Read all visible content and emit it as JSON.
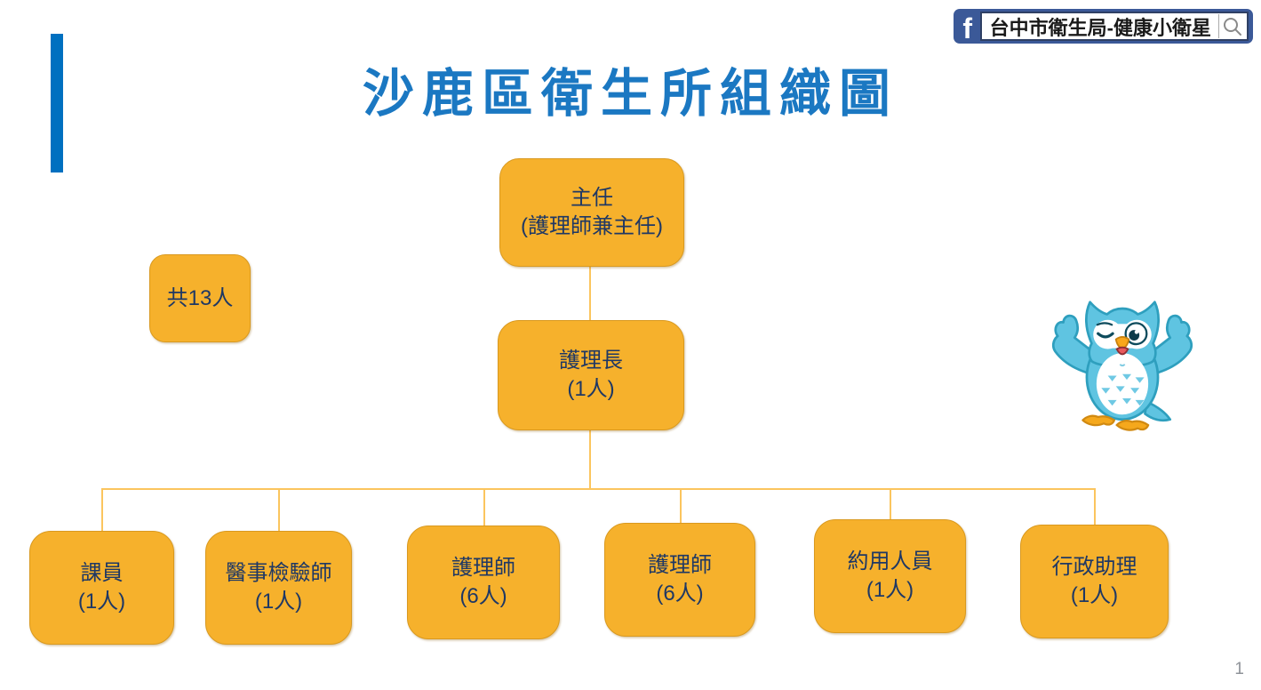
{
  "slide": {
    "title": "沙鹿區衛生所組織圖",
    "page_number": "1"
  },
  "facebook_badge": {
    "icon": "facebook-f",
    "icon_glyph": "f",
    "page_name": "台中市衛生局-健康小衛星",
    "search_icon": "magnifier"
  },
  "org_chart": {
    "total_label": "共13人",
    "root": {
      "title": "主任",
      "subtitle": "(護理師兼主任)"
    },
    "manager": {
      "title": "護理長",
      "subtitle": "(1人)"
    },
    "children": [
      {
        "title": "課員",
        "subtitle": "(1人)"
      },
      {
        "title": "醫事檢驗師",
        "subtitle": "(1人)"
      },
      {
        "title": "護理師",
        "subtitle": "(6人)"
      },
      {
        "title": "護理師",
        "subtitle": "(6人)"
      },
      {
        "title": "約用人員",
        "subtitle": "(1人)"
      },
      {
        "title": "行政助理",
        "subtitle": "(1人)"
      }
    ]
  },
  "mascot": {
    "name": "winking-owl-thumbs-up"
  },
  "colors": {
    "title_blue": "#1B78C2",
    "accent_bar_blue": "#0070C0",
    "node_fill": "#F6B12C",
    "node_border": "#D9991F",
    "node_text": "#1F3864",
    "connector": "#FBC55E",
    "facebook_blue": "#3B5998",
    "owl_blue": "#5FC4E1",
    "page_number_gray": "#8F9399"
  }
}
